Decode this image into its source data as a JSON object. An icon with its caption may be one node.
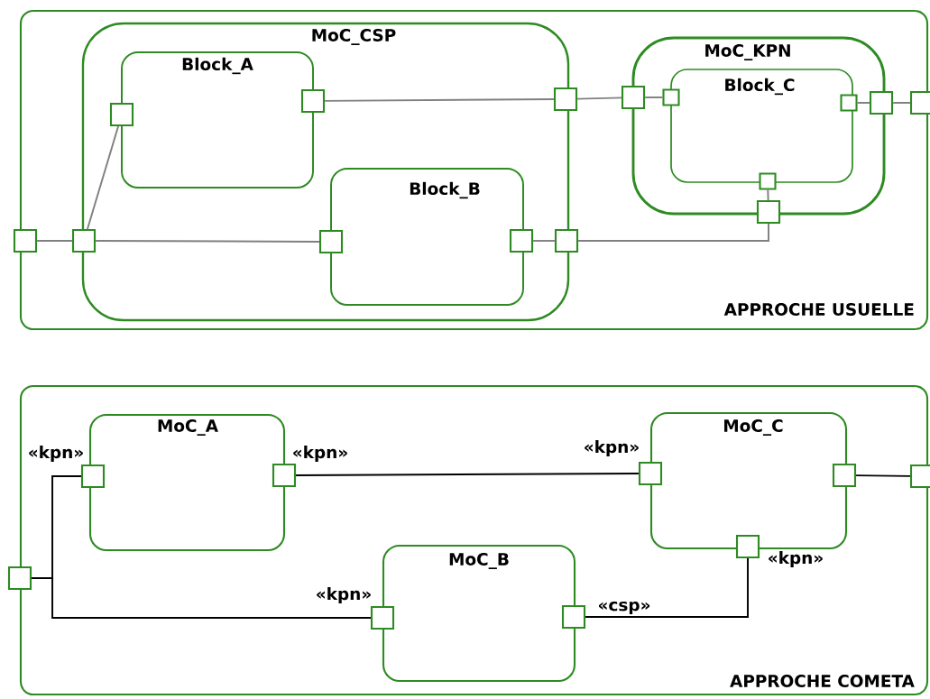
{
  "diagram": {
    "nodes": [
      {
        "text": [
          "APPROCHE USUELLE"
        ]
      },
      {
        "text": [
          "MoC_CSP"
        ],
        "in": 0
      },
      {
        "text": [
          "Block_A"
        ],
        "in": 1
      },
      {
        "text": [
          "Block_B"
        ],
        "in": 1
      },
      {
        "text": [
          "MoC_KPN"
        ],
        "in": 0
      },
      {
        "text": [
          "Block_C"
        ],
        "in": 4
      },
      {
        "text": [],
        "shape": "box"
      },
      {
        "text": [],
        "shape": "box",
        "in": 0
      },
      {
        "text": [],
        "shape": "box",
        "in": 1
      },
      {
        "text": [],
        "shape": "box",
        "in": 1
      },
      {
        "text": [],
        "shape": "box",
        "in": 1
      },
      {
        "text": [],
        "shape": "box",
        "in": 1
      },
      {
        "text": [],
        "shape": "box",
        "in": 0
      },
      {
        "text": [],
        "shape": "box",
        "in": 0
      },
      {
        "text": [],
        "shape": "box",
        "in": 0
      },
      {
        "text": [],
        "shape": "box",
        "in": 4
      },
      {
        "text": [],
        "shape": "box",
        "in": 4
      },
      {
        "text": [],
        "shape": "box",
        "in": 0
      },
      {
        "text": [],
        "shape": "box"
      },
      {
        "text": [],
        "shape": "box",
        "in": 4
      },
      {
        "text": [],
        "shape": "box",
        "in": 0
      },
      {
        "text": [
          "APPROCHE COMETA"
        ]
      },
      {
        "text": [
          "MoC_A"
        ],
        "in": 21
      },
      {
        "text": [
          "MoC_B"
        ],
        "in": 21
      },
      {
        "text": [
          "MoC_C"
        ],
        "in": 21
      },
      {
        "text": [],
        "shape": "box"
      },
      {
        "text": [],
        "shape": "box",
        "in": 21,
        "beside": [
          "«kpn»"
        ]
      },
      {
        "text": [],
        "shape": "box",
        "in": 21,
        "beside": [
          "«kpn»"
        ]
      },
      {
        "text": [],
        "shape": "box",
        "in": 21,
        "beside": [
          "«kpn»"
        ]
      },
      {
        "text": [],
        "shape": "box",
        "in": 21
      },
      {
        "text": [],
        "shape": "box"
      },
      {
        "text": [],
        "shape": "box",
        "in": 21,
        "beside": [
          "«kpn»"
        ]
      },
      {
        "text": [],
        "shape": "box",
        "in": 21,
        "beside": [
          "«kpn»"
        ]
      },
      {
        "text": [],
        "shape": "box",
        "in": 21,
        "beside": [
          "«csp»"
        ]
      }
    ],
    "edges": [
      {
        "from": 6,
        "to": 7,
        "arrow": "none"
      },
      {
        "from": 7,
        "to": 8,
        "arrow": "none"
      },
      {
        "from": 7,
        "to": 10,
        "arrow": "none"
      },
      {
        "from": 9,
        "to": 12,
        "arrow": "none"
      },
      {
        "from": 12,
        "to": 14,
        "arrow": "none"
      },
      {
        "from": 14,
        "to": 15,
        "arrow": "none"
      },
      {
        "from": 16,
        "to": 17,
        "arrow": "none"
      },
      {
        "from": 17,
        "to": 18,
        "arrow": "none"
      },
      {
        "from": 11,
        "to": 13,
        "arrow": "none"
      },
      {
        "from": 13,
        "to": 20,
        "arrow": "none"
      },
      {
        "from": 20,
        "to": 19,
        "arrow": "none"
      },
      {
        "from": 25,
        "to": 26,
        "arrow": "none",
        "color": "#000000"
      },
      {
        "from": 25,
        "to": 32,
        "arrow": "none",
        "color": "#000000"
      },
      {
        "from": 27,
        "to": 28,
        "arrow": "none",
        "color": "#000000"
      },
      {
        "from": 29,
        "to": 30,
        "arrow": "none",
        "color": "#000000"
      },
      {
        "from": 33,
        "to": 31,
        "arrow": "none",
        "color": "#000000"
      }
    ]
  }
}
